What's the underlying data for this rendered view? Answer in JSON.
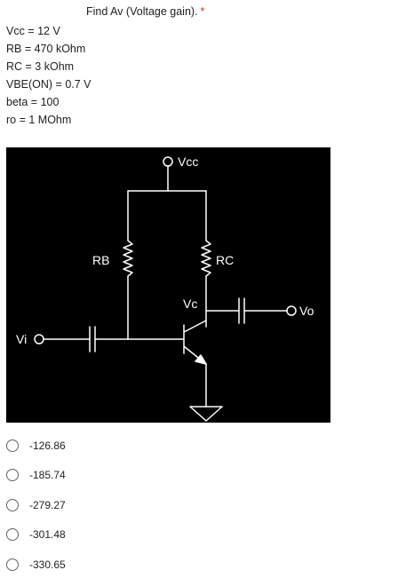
{
  "question": {
    "title": "Find Av (Voltage gain).",
    "required_marker": "*"
  },
  "params": [
    "Vcc = 12 V",
    "RB = 470 kOhm",
    "RC = 3 kOhm",
    "VBE(ON) = 0.7 V",
    "beta = 100",
    "ro = 1 MOhm"
  ],
  "circuit": {
    "vcc_label": "Vcc",
    "rb_label": "RB",
    "rc_label": "RC",
    "vc_label": "Vc",
    "vo_label": "Vo",
    "vi_label": "Vi"
  },
  "options": [
    "-126.86",
    "-185.74",
    "-279.27",
    "-301.48",
    "-330.65"
  ],
  "colors": {
    "required": "#d93025",
    "diagram_background": "#000000",
    "diagram_lines": "#ffffff",
    "radio_border": "#5f6368"
  }
}
